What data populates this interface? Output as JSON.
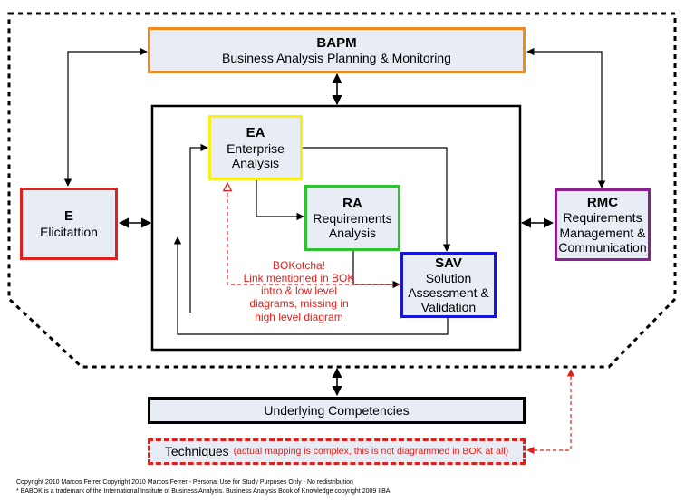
{
  "bapm": {
    "abbr": "BAPM",
    "name": "Business Analysis Planning & Monitoring"
  },
  "ea": {
    "abbr": "EA",
    "line1": "Enterprise",
    "line2": "Analysis"
  },
  "ra": {
    "abbr": "RA",
    "line1": "Requirements",
    "line2": "Analysis"
  },
  "sav": {
    "abbr": "SAV",
    "line1": "Solution",
    "line2": "Assessment &",
    "line3": "Validation"
  },
  "e": {
    "abbr": "E",
    "name": "Elicitattion"
  },
  "rmc": {
    "abbr": "RMC",
    "line1": "Requirements",
    "line2": "Management &",
    "line3": "Communication"
  },
  "underlying": {
    "label": "Underlying Competencies"
  },
  "techniques": {
    "label": "Techniques",
    "note": "(actual mapping is complex, this is not diagrammed in BOK at all)"
  },
  "annotation": {
    "line1": "BOKotcha!",
    "line2": "Link mentioned in BOK",
    "line3": "intro & low level",
    "line4": "diagrams, missing in",
    "line5": "high level diagram"
  },
  "footer": {
    "line1": "Copyright 2010 Marcos Ferrer Copyright 2010 Marcos Ferrer - Personal Use for Study Purposes Only - No redistribution",
    "line2": "* BABOK is a trademark of the International Institute of Business Analysis.  Business Analysis Book of Knowledge copyright 2009 IIBA"
  },
  "colors": {
    "bapm": "#f08a1c",
    "ea": "#f7ef1a",
    "ra": "#2fc22f",
    "sav": "#1616d6",
    "e": "#e0201b",
    "rmc": "#8a1f8e",
    "box_fill": "#e8ecf5",
    "annotation": "#e0201b"
  }
}
